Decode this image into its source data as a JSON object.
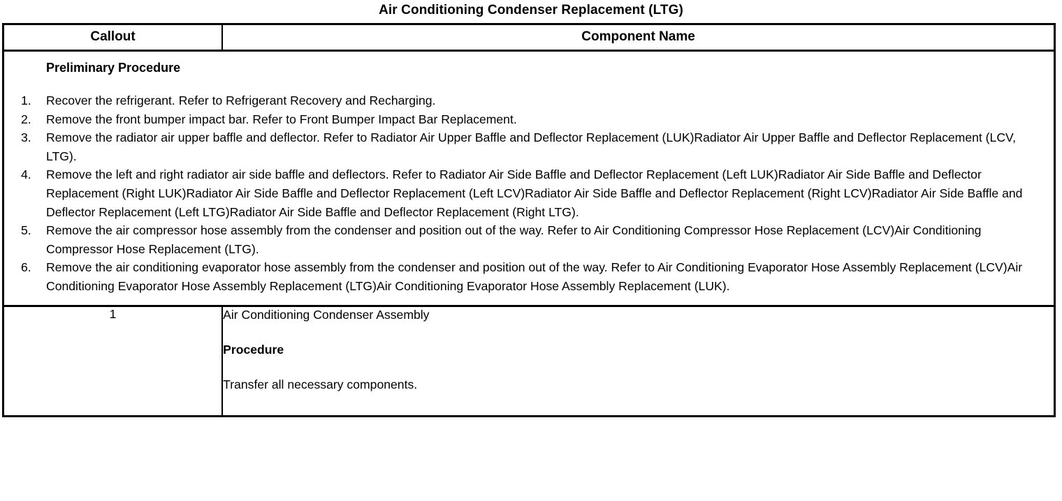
{
  "document": {
    "title": "Air Conditioning Condenser Replacement (LTG)"
  },
  "table": {
    "columns": [
      {
        "key": "callout",
        "header": "Callout"
      },
      {
        "key": "component_name",
        "header": "Component Name"
      }
    ],
    "preliminary": {
      "heading": "Preliminary Procedure",
      "steps": [
        "Recover the refrigerant. Refer to Refrigerant Recovery and Recharging.",
        "Remove the front bumper impact bar. Refer to Front Bumper Impact Bar Replacement.",
        "Remove the radiator air upper baffle and deflector. Refer to Radiator Air Upper Baffle and Deflector Replacement (LUK)Radiator Air Upper Baffle and Deflector Replacement (LCV, LTG).",
        "Remove the left and right radiator air side baffle and deflectors. Refer to Radiator Air Side Baffle and Deflector Replacement (Left LUK)Radiator Air Side Baffle and Deflector Replacement (Right LUK)Radiator Air Side Baffle and Deflector Replacement (Left LCV)Radiator Air Side Baffle and Deflector Replacement (Right LCV)Radiator Air Side Baffle and Deflector Replacement (Left LTG)Radiator Air Side Baffle and Deflector Replacement (Right LTG).",
        "Remove the air compressor hose assembly from the condenser and position out of the way. Refer to Air Conditioning Compressor Hose Replacement (LCV)Air Conditioning Compressor Hose Replacement (LTG).",
        "Remove the air conditioning evaporator hose assembly from the condenser and position out of the way. Refer to Air Conditioning Evaporator Hose Assembly Replacement (LCV)Air Conditioning Evaporator Hose Assembly Replacement (LTG)Air Conditioning Evaporator Hose Assembly Replacement (LUK)."
      ]
    },
    "rows": [
      {
        "callout": "1",
        "component_name": "Air Conditioning Condenser Assembly",
        "procedure_heading": "Procedure",
        "procedure_text": "Transfer all necessary components."
      }
    ]
  }
}
